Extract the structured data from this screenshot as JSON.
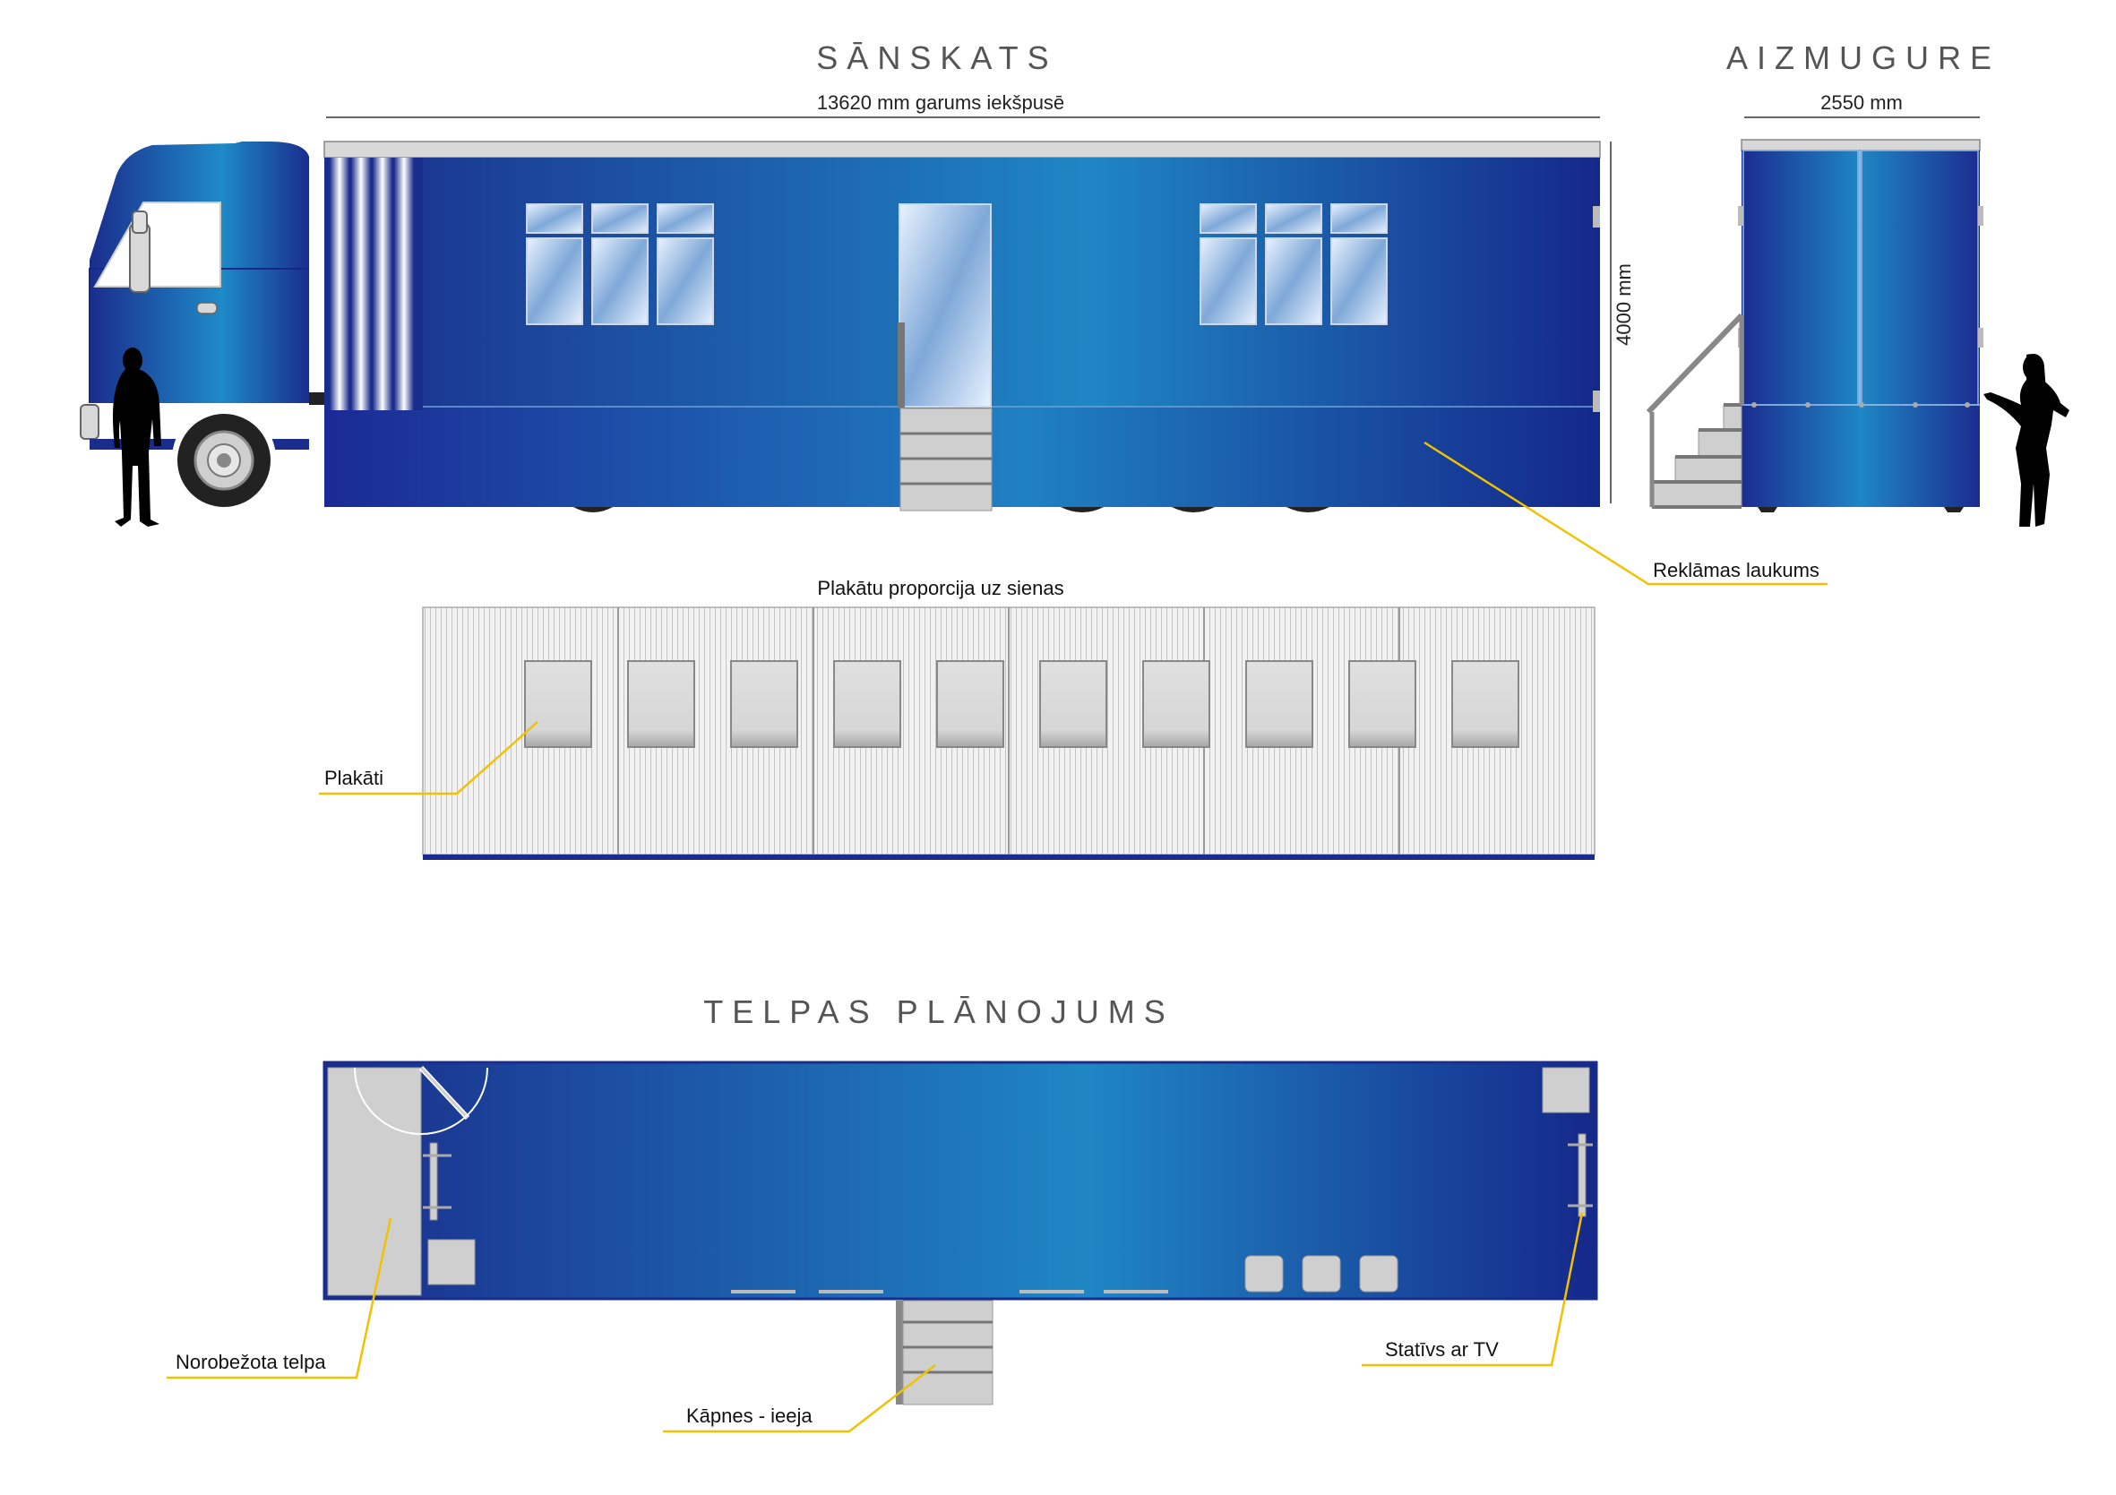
{
  "titles": {
    "side_view": "SĀNSKATS",
    "rear_view": "AIZMUGURE",
    "floor_plan": "TELPAS PLĀNOJUMS"
  },
  "dimensions": {
    "length": "13620 mm garums iekšpusē",
    "width": "2550 mm",
    "height": "4000 mm"
  },
  "labels": {
    "advertising_area": "Reklāmas laukums",
    "poster_proportion": "Plakātu proporcija uz sienas",
    "posters": "Plakāti",
    "enclosed_room": "Norobežota telpa",
    "stairs_entrance": "Kāpnes - ieeja",
    "tv_stand": "Statīvs ar TV"
  },
  "colors": {
    "blue_dark": "#1a2d8c",
    "blue_light": "#1f7fc0",
    "leader_line": "#f2c200",
    "grey_panel": "#cfcfcf",
    "silhouette": "#000000"
  },
  "icons": [
    "person-silhouette-icon",
    "woman-silhouette-icon"
  ]
}
